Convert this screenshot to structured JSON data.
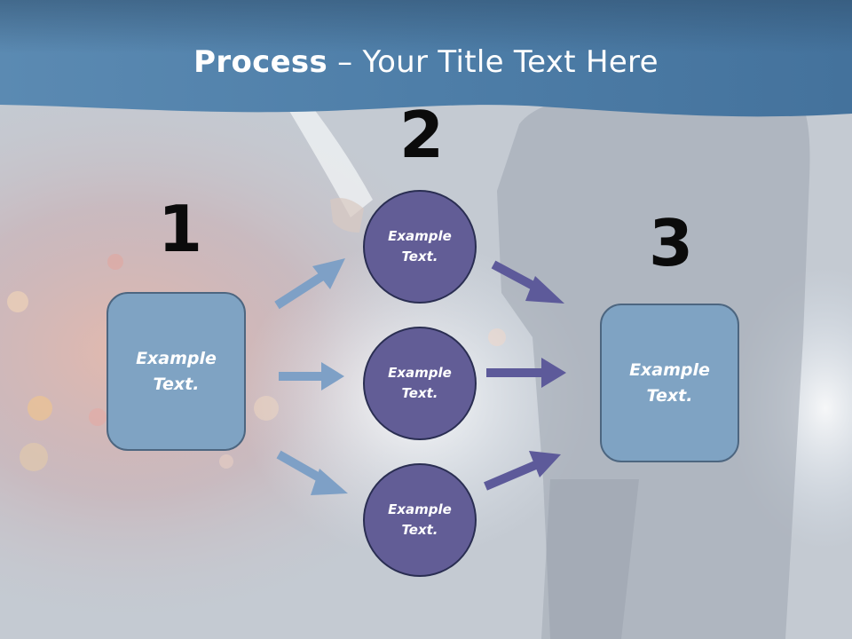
{
  "slide": {
    "title_bold": "Process",
    "title_rest": " – Your Title Text Here"
  },
  "steps": {
    "step1": {
      "number": "1",
      "box_text": "Example\nText."
    },
    "step2": {
      "number": "2",
      "circles": [
        {
          "text": "Example\nText."
        },
        {
          "text": "Example\nText."
        },
        {
          "text": "Example\nText."
        }
      ]
    },
    "step3": {
      "number": "3",
      "box_text": "Example\nText."
    }
  },
  "colors": {
    "header": "#4f7fa8",
    "box_fill": "#7fa3c3",
    "circle_fill": "#625d96",
    "light_arrow": "#7ea0c6",
    "dark_arrow": "#5d5a9a"
  }
}
